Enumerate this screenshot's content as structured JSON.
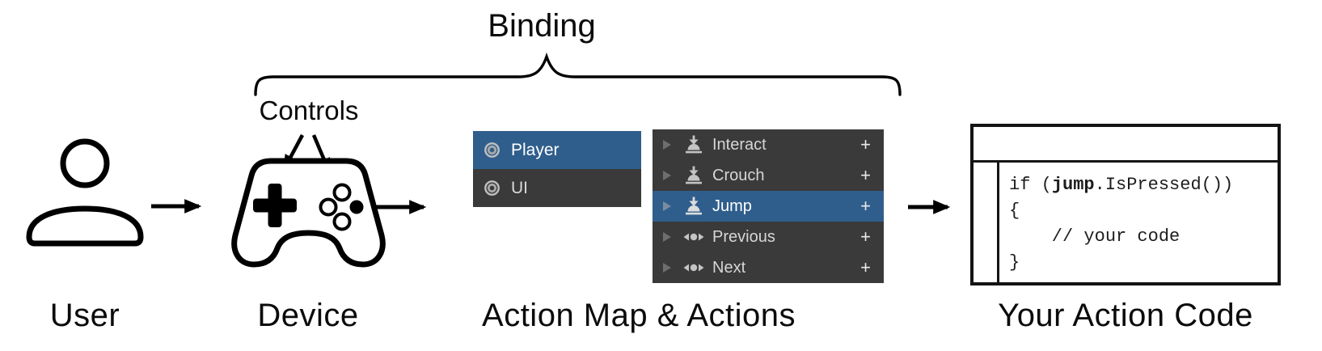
{
  "title": "Binding",
  "annotations": {
    "controls": "Controls"
  },
  "captions": {
    "user": "User",
    "device": "Device",
    "action_map": "Action Map & Actions",
    "action_code": "Your Action Code"
  },
  "action_maps": {
    "items": [
      {
        "label": "Player",
        "selected": true
      },
      {
        "label": "UI",
        "selected": false
      }
    ]
  },
  "actions": {
    "add_label": "+",
    "items": [
      {
        "label": "Interact",
        "type": "button",
        "selected": false
      },
      {
        "label": "Crouch",
        "type": "button",
        "selected": false
      },
      {
        "label": "Jump",
        "type": "button",
        "selected": true
      },
      {
        "label": "Previous",
        "type": "axis",
        "selected": false
      },
      {
        "label": "Next",
        "type": "axis",
        "selected": false
      }
    ]
  },
  "code": {
    "line1_pre": "if (",
    "line1_bold": "jump",
    "line1_post": ".IsPressed())",
    "line2": "{",
    "line3": "    // your code",
    "line4": "}"
  },
  "colors": {
    "selection_blue": "#2F5E8C",
    "panel_dark": "#3A3A3A",
    "icon_gray": "#C4C4C4",
    "foldout_gray": "#6E6E6E",
    "ink": "#0B0B0B"
  }
}
